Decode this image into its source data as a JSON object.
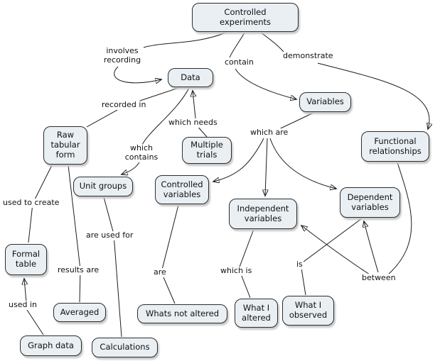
{
  "diagram": {
    "type": "concept-map",
    "root_concept": "Controlled experiments"
  },
  "colors": {
    "background": "#ffffff",
    "node_fill": "#e9eff2",
    "node_border": "#2d2d2d",
    "line": "#1c1c1c",
    "text": "#111111",
    "shadow": "#c8c8c8"
  },
  "nodes": {
    "controlled_experiments": {
      "label": "Controlled experiments"
    },
    "data": {
      "label": "Data"
    },
    "variables": {
      "label": "Variables"
    },
    "functional_relationships": {
      "label": "Functional relationships"
    },
    "raw_tabular_form": {
      "label": "Raw tabular form"
    },
    "multiple_trials": {
      "label": "Multiple trials"
    },
    "unit_groups": {
      "label": "Unit groups"
    },
    "controlled_variables": {
      "label": "Controlled variables"
    },
    "independent_variables": {
      "label": "Independent variables"
    },
    "dependent_variables": {
      "label": "Dependent variables"
    },
    "formal_table": {
      "label": "Formal table"
    },
    "averaged": {
      "label": "Averaged"
    },
    "graph_data": {
      "label": "Graph data"
    },
    "calculations": {
      "label": "Calculations"
    },
    "whats_not_altered": {
      "label": "Whats not altered"
    },
    "what_i_altered": {
      "label": "What I altered"
    },
    "what_i_observed": {
      "label": "What I observed"
    }
  },
  "links": {
    "involves_recording": {
      "label": "involves recording",
      "from": "Controlled experiments",
      "to": "Data"
    },
    "contain": {
      "label": "contain",
      "from": "Controlled experiments",
      "to": "Variables"
    },
    "demonstrate": {
      "label": "demonstrate",
      "from": "Controlled experiments",
      "to": "Functional relationships"
    },
    "recorded_in": {
      "label": "recorded in",
      "from": "Data",
      "to": "Raw tabular form"
    },
    "which_contains": {
      "label": "which contains",
      "from": "Data",
      "to": "Unit groups"
    },
    "which_needs": {
      "label": "which needs",
      "from": "Multiple trials",
      "to": "Data"
    },
    "which_are": {
      "label": "which are",
      "from": "Variables",
      "to": "Controlled variables / Independent variables / Dependent variables"
    },
    "used_to_create": {
      "label": "used to create",
      "from": "Raw tabular form",
      "to": "Formal table"
    },
    "results_are": {
      "label": "results are",
      "from": "Raw tabular form",
      "to": "Averaged"
    },
    "are_used_for": {
      "label": "are used for",
      "from": "Unit groups",
      "to": "Calculations"
    },
    "used_in": {
      "label": "used in",
      "from": "Graph data",
      "to": "Formal table"
    },
    "are": {
      "label": "are",
      "from": "Controlled variables",
      "to": "Whats not altered"
    },
    "which_is": {
      "label": "which is",
      "from": "Independent variables",
      "to": "What I altered"
    },
    "is": {
      "label": "is",
      "from": "Dependent variables",
      "to": "What I observed"
    },
    "between": {
      "label": "between",
      "from": "Functional relationships",
      "to": "Independent variables / Dependent variables"
    }
  }
}
